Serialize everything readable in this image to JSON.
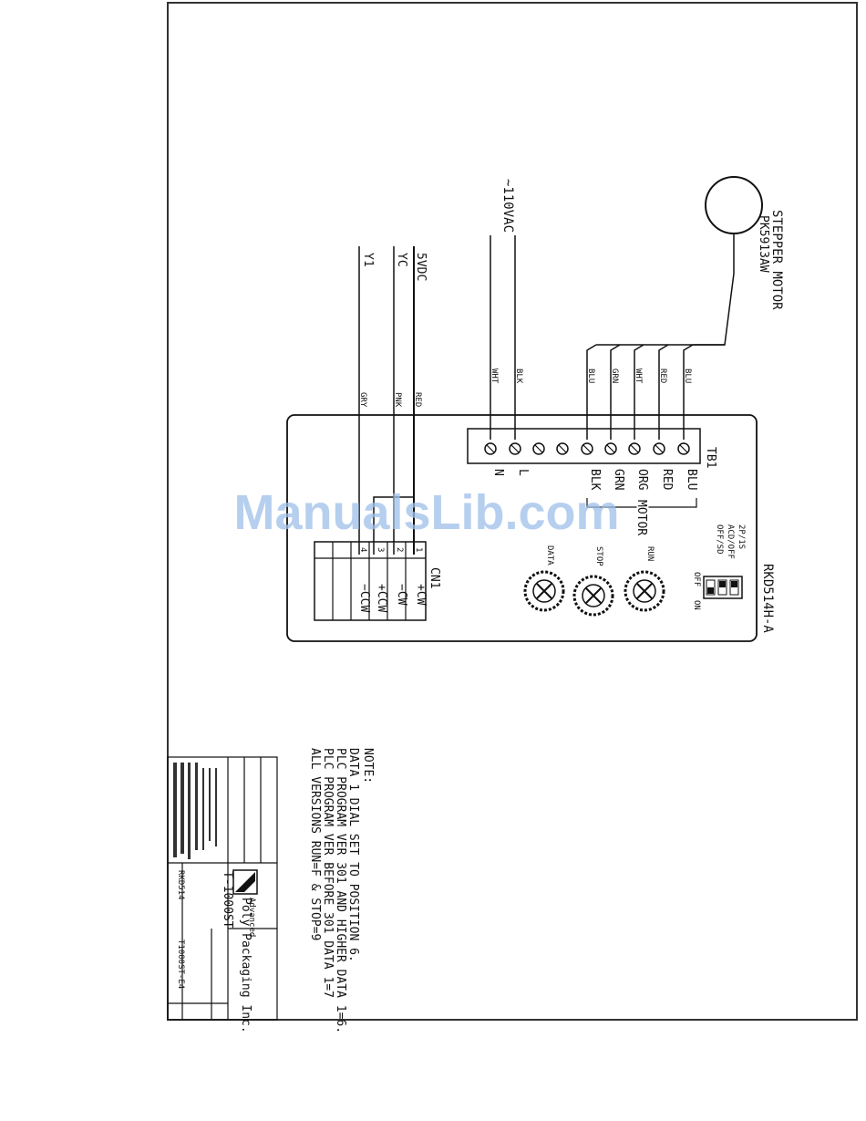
{
  "motor": {
    "title": "STEPPER MOTOR",
    "model": "PK5913AW"
  },
  "power": {
    "label": "~110VAC"
  },
  "signals": {
    "v5": "5VDC",
    "yc": "YC",
    "y1": "Y1"
  },
  "wire_colors": {
    "motor": [
      "BLU",
      "GRN",
      "WHT",
      "RED",
      "BLU"
    ],
    "power": [
      "WHT",
      "BLK"
    ],
    "signals": [
      "RED",
      "PNK",
      "GRY"
    ]
  },
  "driver": {
    "model": "RKD514H-A"
  },
  "tb1": {
    "label": "TB1",
    "terminals": [
      "N",
      "L",
      "",
      "",
      "BLK",
      "GRN",
      "ORG",
      "RED",
      "BLU"
    ],
    "motor_group": "MOTOR"
  },
  "cn1": {
    "label": "CN1",
    "pins": [
      "+CW",
      "−CW",
      "+CCW",
      "−CCW"
    ],
    "pin_numbers": [
      "1",
      "2",
      "3",
      "4"
    ]
  },
  "dials": [
    "DATA",
    "STOP",
    "RUN"
  ],
  "switches": {
    "labels": [
      "2P/1S",
      "ACD/OFF",
      "OFF/SD"
    ],
    "off": "OFF",
    "on": "ON"
  },
  "note": {
    "title": "NOTE:",
    "lines": [
      "DATA 1 DIAL SET TO POSITION 6.",
      "PLC PROGRAM VER 301 AND HIGHER DATA 1=6.",
      "PLC PROGRAM VER BEFORE 301 DATA 1=7",
      "ALL VERSIONS RUN=F & STOP=9"
    ]
  },
  "title_block": {
    "company_line1": "Advanced",
    "company_line2": "Poly Packaging Inc.",
    "drawing_no": "T-1000ST",
    "part_no": "RKD514",
    "sheet_no": "T1000ST-E4"
  },
  "watermark": "ManualsLib.com"
}
